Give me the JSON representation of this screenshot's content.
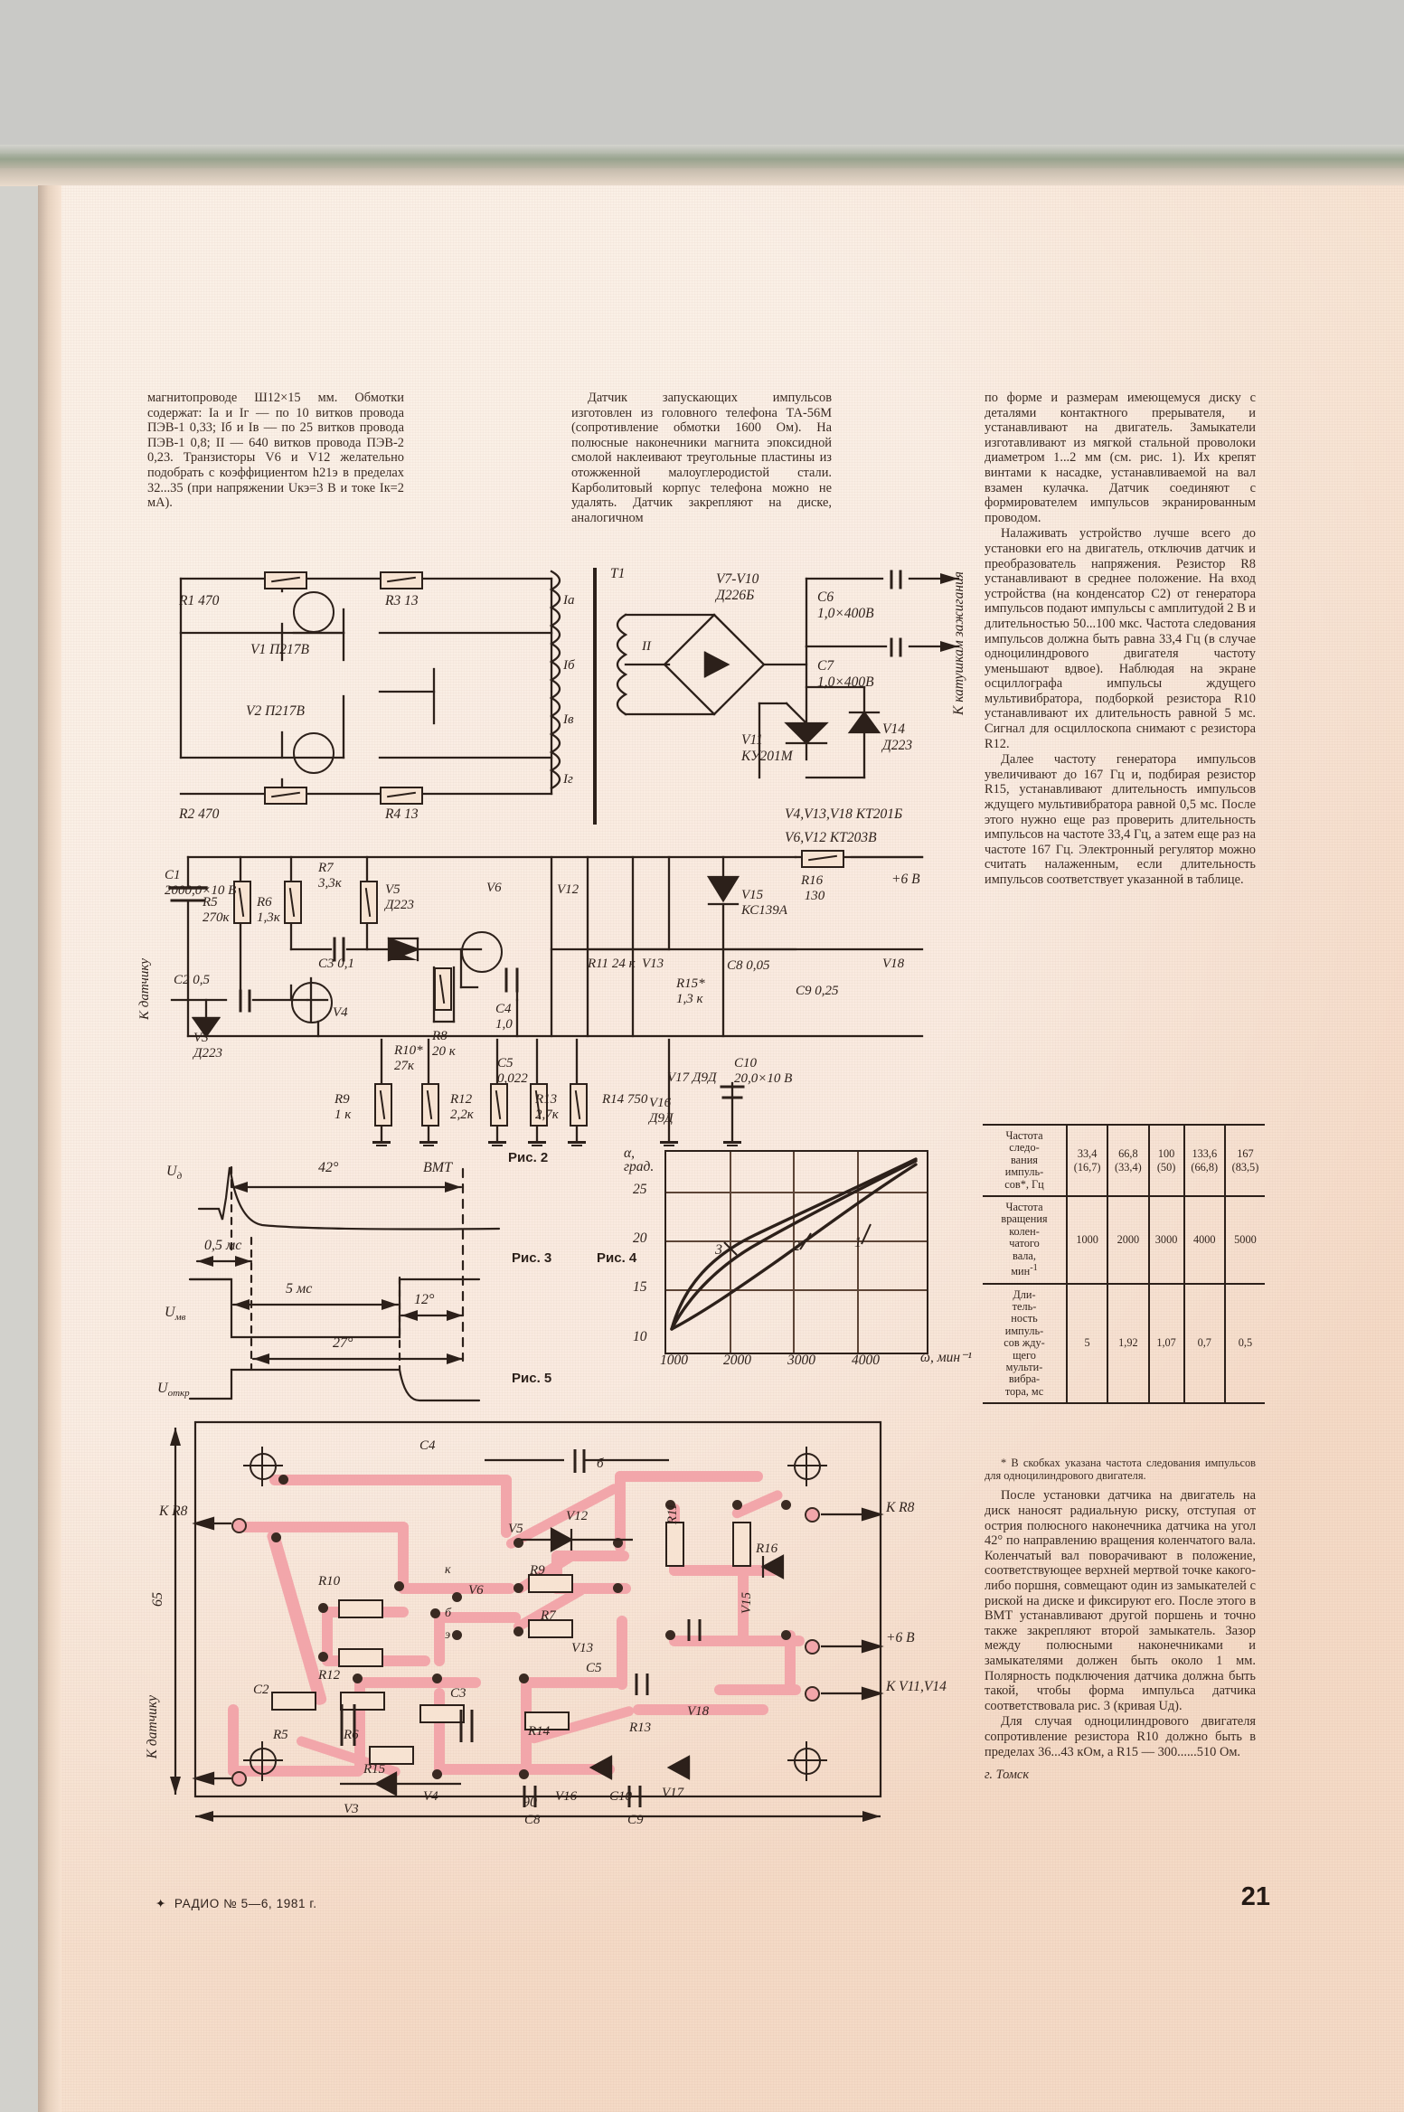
{
  "publication": {
    "footer": "РАДИО № 5—6, 1981 г.",
    "page_number": "21",
    "city": "г. Томск"
  },
  "columns": {
    "col1": [
      "магнитопроводе Ш12×15 мм. Обмотки содержат: Iа и Iг — по 10 витков провода ПЭВ-1 0,33; Iб и Iв — по 25 витков провода ПЭВ-1 0,8; II — 640 витков провода ПЭВ-2 0,23. Транзисторы V6 и V12 желательно подобрать с коэффициентом h21э в пределах 32...35 (при напряжении Uкэ=3 В и токе Iк=2 мА)."
    ],
    "col2": [
      "Датчик запускающих импульсов изготовлен из головного телефона ТА-56М (сопротивление обмотки 1600 Ом). На полюсные наконечники магнита эпоксидной смолой наклеивают треугольные пластины из отожженной малоуглеродистой стали. Карболитовый корпус телефона можно не удалять. Датчик закрепляют на диске, аналогичном"
    ],
    "col3": [
      "по форме и размерам имеющемуся диску с деталями контактного прерывателя, и устанавливают на двигатель. Замыкатели изготавливают из мягкой стальной проволоки диаметром 1...2 мм (см. рис. 1). Их крепят винтами к насадке, устанавливаемой на вал взамен кулачка. Датчик соединяют с формирователем импульсов экранированным проводом.",
      "Налаживать устройство лучше всего до установки его на двигатель, отключив датчик и преобразователь напряжения. Резистор R8 устанавливают в среднее положение. На вход устройства (на конденсатор C2) от генератора импульсов подают импульсы с амплитудой 2 В и длительностью 50...100 мкс. Частота следования импульсов должна быть равна 33,4 Гц (в случае одноцилиндрового двигателя частоту уменьшают вдвое). Наблюдая на экране осциллографа импульсы ждущего мультивибратора, подборкой резистора R10 устанавливают их длительность равной 5 мс. Сигнал для осциллоскопа снимают с резистора R12.",
      "Далее частоту генератора импульсов увеличивают до 167 Гц и, подбирая резистор R15, устанавливают длительность импульсов ждущего мультивибратора равной 0,5 мс. После этого нужно еще раз проверить длительность импульсов на частоте 33,4 Гц, а затем еще раз на частоте 167 Гц. Электронный регулятор можно считать налаженным, если длительность импульсов соответствует указанной в таблице."
    ],
    "col3b": [
      "После установки датчика на двигатель на диск наносят радиальную риску, отступая от острия полюсного наконечника датчика на угол 42° по направлению вращения коленчатого вала. Коленчатый вал поворачивают в положение, соответствующее верхней мертвой точке какого-либо поршня, совмещают один из замыкателей с риской на диске и фиксируют его. После этого в ВМТ устанавливают другой поршень и точно также закрепляют второй замыкатель. Зазор между полюсными наконечниками и замыкателями должен быть около 1 мм. Полярность подключения датчика должна быть такой, чтобы форма импульса датчика соответствовала рис. 3 (кривая Uд).",
      "Для случая одноцилиндрового двигателя сопротивление резистора R10 должно быть в пределах 36...43 кОм, а R15 — 300......510 Ом."
    ],
    "footnote": "* В скобках указана частота следования импульсов для одноцилиндрового двигателя."
  },
  "figures": {
    "fig2_caption": "Рис. 2",
    "fig3_caption": "Рис. 3",
    "fig4_caption": "Рис. 4",
    "fig5_caption": "Рис. 5"
  },
  "schematic": {
    "resistors": [
      {
        "ref": "R1",
        "value": "470"
      },
      {
        "ref": "R2",
        "value": "470"
      },
      {
        "ref": "R3",
        "value": "13"
      },
      {
        "ref": "R4",
        "value": "13"
      },
      {
        "ref": "R5",
        "value": "270к"
      },
      {
        "ref": "R6",
        "value": "1,3к"
      },
      {
        "ref": "R7",
        "value": "3,3к"
      },
      {
        "ref": "R8",
        "value": "20 к"
      },
      {
        "ref": "R9",
        "value": "1 к"
      },
      {
        "ref": "R10*",
        "value": "27к"
      },
      {
        "ref": "R11",
        "value": "24 к"
      },
      {
        "ref": "R12",
        "value": "2,2к"
      },
      {
        "ref": "R13",
        "value": "2,7к"
      },
      {
        "ref": "R14",
        "value": "750"
      },
      {
        "ref": "R15*",
        "value": "1,3 к"
      },
      {
        "ref": "R16",
        "value": "130"
      }
    ],
    "capacitors": [
      {
        "ref": "C1",
        "value": "2000,0×10 В"
      },
      {
        "ref": "C2",
        "value": "0,5"
      },
      {
        "ref": "C3",
        "value": "0,1"
      },
      {
        "ref": "C4",
        "value": "1,0"
      },
      {
        "ref": "C5",
        "value": "0,022"
      },
      {
        "ref": "C6",
        "value": "1,0×400В"
      },
      {
        "ref": "C7",
        "value": "1,0×400В"
      },
      {
        "ref": "C8",
        "value": "0,05"
      },
      {
        "ref": "C9",
        "value": "0,25"
      },
      {
        "ref": "C10",
        "value": "20,0×10 В"
      }
    ],
    "semiconductors": [
      {
        "ref": "V1",
        "type": "П217В"
      },
      {
        "ref": "V2",
        "type": "П217В"
      },
      {
        "ref": "V3",
        "type": "Д223"
      },
      {
        "ref": "V5",
        "type": "Д223"
      },
      {
        "ref": "V7-V10",
        "type": "Д226Б"
      },
      {
        "ref": "V11",
        "type": "КУ201М"
      },
      {
        "ref": "V14",
        "type": "Д223"
      },
      {
        "ref": "V15",
        "type": "КС139А"
      },
      {
        "ref": "V16",
        "type": "Д9Д"
      },
      {
        "ref": "V17",
        "type": "Д9Д"
      }
    ],
    "notes": [
      "V4,V13,V18  КТ201Б",
      "V6,V12  КТ203В"
    ],
    "windings": [
      "Iа",
      "Iб",
      "Iв",
      "Iг",
      "II"
    ],
    "transformer": "T1",
    "supply": "+6 В",
    "connections": {
      "to_coils": "К катушкам зажигания",
      "to_sensor": "К датчику"
    }
  },
  "waveforms": {
    "signals": [
      "Uд",
      "Uмв",
      "Uоткр"
    ],
    "annotations": [
      "42°",
      "ВМТ",
      "0,5 мс",
      "5 мс",
      "12°",
      "27°"
    ]
  },
  "chart_data": {
    "type": "line",
    "title": "",
    "xlabel": "ω, мин⁻¹",
    "ylabel": "α, град.",
    "xlim": [
      1000,
      5000
    ],
    "ylim": [
      10,
      30
    ],
    "xticks": [
      1000,
      2000,
      3000,
      4000
    ],
    "yticks": [
      10,
      15,
      20,
      25
    ],
    "grid": true,
    "legend_position": "inline-labels",
    "x": [
      1000,
      1500,
      2000,
      2500,
      3000,
      3500,
      4000,
      4500,
      5000
    ],
    "series": [
      {
        "name": "1",
        "values": [
          12.0,
          13.6,
          15.2,
          17.0,
          18.8,
          20.8,
          23.0,
          25.6,
          28.6
        ]
      },
      {
        "name": "2",
        "values": [
          12.0,
          15.3,
          18.0,
          20.2,
          22.0,
          23.6,
          25.1,
          26.6,
          28.4
        ]
      },
      {
        "name": "3",
        "values": [
          12.0,
          16.4,
          19.2,
          21.4,
          23.2,
          24.8,
          26.1,
          27.3,
          28.6
        ]
      }
    ]
  },
  "table": {
    "rows": [
      {
        "header": "Частота следования импульсов*, Гц",
        "values": [
          "33,4\n(16,7)",
          "66,8\n(33,4)",
          "100\n(50)",
          "133,6\n(66,8)",
          "167\n(83,5)"
        ]
      },
      {
        "header": "Частота вращения коленчатого вала, мин⁻¹",
        "values": [
          "1000",
          "2000",
          "3000",
          "4000",
          "5000"
        ]
      },
      {
        "header": "Длительность импульсов ждущего мультивибратора, мс",
        "values": [
          "5",
          "1,92",
          "1,07",
          "0,7",
          "0,5"
        ]
      }
    ]
  },
  "pcb": {
    "dimensions": {
      "width": "90",
      "height": "65"
    },
    "terminals": [
      "К R8",
      "К R8",
      "+6 В",
      "К V11,V14",
      "К датчику"
    ],
    "parts": [
      "C4",
      "V5",
      "R9",
      "V6",
      "R7",
      "V13",
      "C2",
      "R5",
      "R6",
      "C3",
      "R14",
      "R15",
      "V4",
      "V3",
      "C8",
      "C9",
      "C10",
      "V16",
      "V17",
      "V18",
      "C5",
      "R13",
      "R12",
      "R10",
      "V12",
      "R11",
      "R16",
      "V15",
      "R8"
    ],
    "pins": [
      "к",
      "б",
      "э"
    ]
  }
}
